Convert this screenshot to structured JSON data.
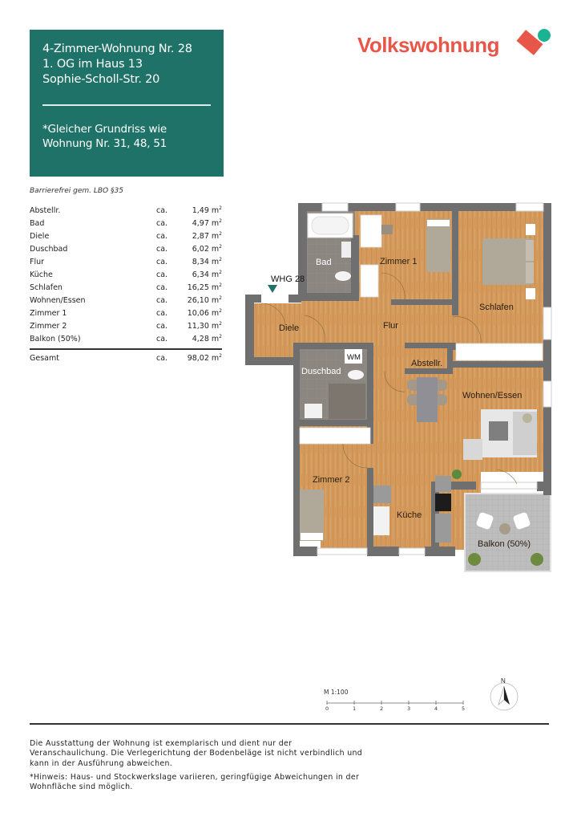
{
  "header": {
    "title_lines": [
      "4-Zimmer-Wohnung Nr. 28",
      "1. OG im Haus 13",
      "Sophie-Scholl-Str. 20"
    ],
    "note_lines": [
      "*Gleicher Grundriss wie",
      "Wohnung Nr. 31, 48, 51"
    ],
    "box_color": "#1f7267"
  },
  "logo": {
    "text": "Volkswohnung",
    "icon": "volkswohnung-logo-mark",
    "colors": {
      "primary": "#e8564a",
      "accent": "#1ab394"
    }
  },
  "accessibility_note": "Barrierefrei gem. LBO §35",
  "areas": {
    "rows": [
      {
        "name": "Abstellr.",
        "ca": "ca.",
        "value": "1,49 m",
        "unit_sup": "2"
      },
      {
        "name": "Bad",
        "ca": "ca.",
        "value": "4,97 m",
        "unit_sup": "2"
      },
      {
        "name": "Diele",
        "ca": "ca.",
        "value": "2,87 m",
        "unit_sup": "2"
      },
      {
        "name": "Duschbad",
        "ca": "ca.",
        "value": "6,02 m",
        "unit_sup": "2"
      },
      {
        "name": "Flur",
        "ca": "ca.",
        "value": "8,34 m",
        "unit_sup": "2"
      },
      {
        "name": "Küche",
        "ca": "ca.",
        "value": "6,34 m",
        "unit_sup": "2"
      },
      {
        "name": "Schlafen",
        "ca": "ca.",
        "value": "16,25 m",
        "unit_sup": "2"
      },
      {
        "name": "Wohnen/Essen",
        "ca": "ca.",
        "value": "26,10 m",
        "unit_sup": "2"
      },
      {
        "name": "Zimmer 1",
        "ca": "ca.",
        "value": "10,06 m",
        "unit_sup": "2"
      },
      {
        "name": "Zimmer 2",
        "ca": "ca.",
        "value": "11,30 m",
        "unit_sup": "2"
      },
      {
        "name": "Balkon (50%)",
        "ca": "ca.",
        "value": "4,28 m",
        "unit_sup": "2"
      }
    ],
    "total": {
      "name": "Gesamt",
      "ca": "ca.",
      "value": "98,02 m",
      "unit_sup": "2"
    }
  },
  "floorplan": {
    "entrance_label": "WHG 28",
    "entrance_marker_color": "#1f7267",
    "rooms": {
      "bad": "Bad",
      "zimmer1": "Zimmer 1",
      "schlafen": "Schlafen",
      "diele": "Diele",
      "flur": "Flur",
      "duschbad": "Duschbad",
      "wm": "WM",
      "abstellr": "Abstellr.",
      "wohnen": "Wohnen/Essen",
      "zimmer2": "Zimmer 2",
      "kueche": "Küche",
      "balkon": "Balkon (50%)"
    },
    "colors": {
      "wall": "#6f6f6f",
      "floor": "#d39a5c",
      "tile": "#8c8680",
      "balcony": "#bdbdbd"
    }
  },
  "scale": {
    "label": "M 1:100",
    "ticks": [
      "0",
      "1",
      "2",
      "3",
      "4",
      "5"
    ]
  },
  "compass": {
    "north_label": "N"
  },
  "disclaimer": {
    "paragraph1": "Die Ausstattung der Wohnung ist exemplarisch und dient nur der Veranschaulichung. Die Verlegerichtung der Bodenbeläge ist nicht verbindlich und kann in der Ausführung abweichen.",
    "paragraph2": "*Hinweis: Haus- und Stockwerkslage variieren, geringfügige Abweichungen in der Wohnfläche sind möglich."
  }
}
